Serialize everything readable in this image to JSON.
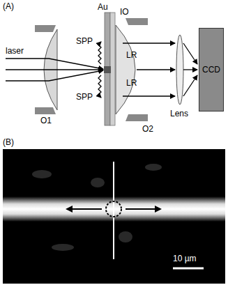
{
  "diagram": {
    "nodes": [
      {
        "text": [
          "CCD"
        ]
      }
    ],
    "labels": [
      "(A)",
      "laser",
      "O1",
      "Au",
      "IO",
      "SPP",
      "SPP",
      "LR",
      "LR",
      "Lens",
      "O2",
      "(B)",
      "10 µm"
    ]
  }
}
